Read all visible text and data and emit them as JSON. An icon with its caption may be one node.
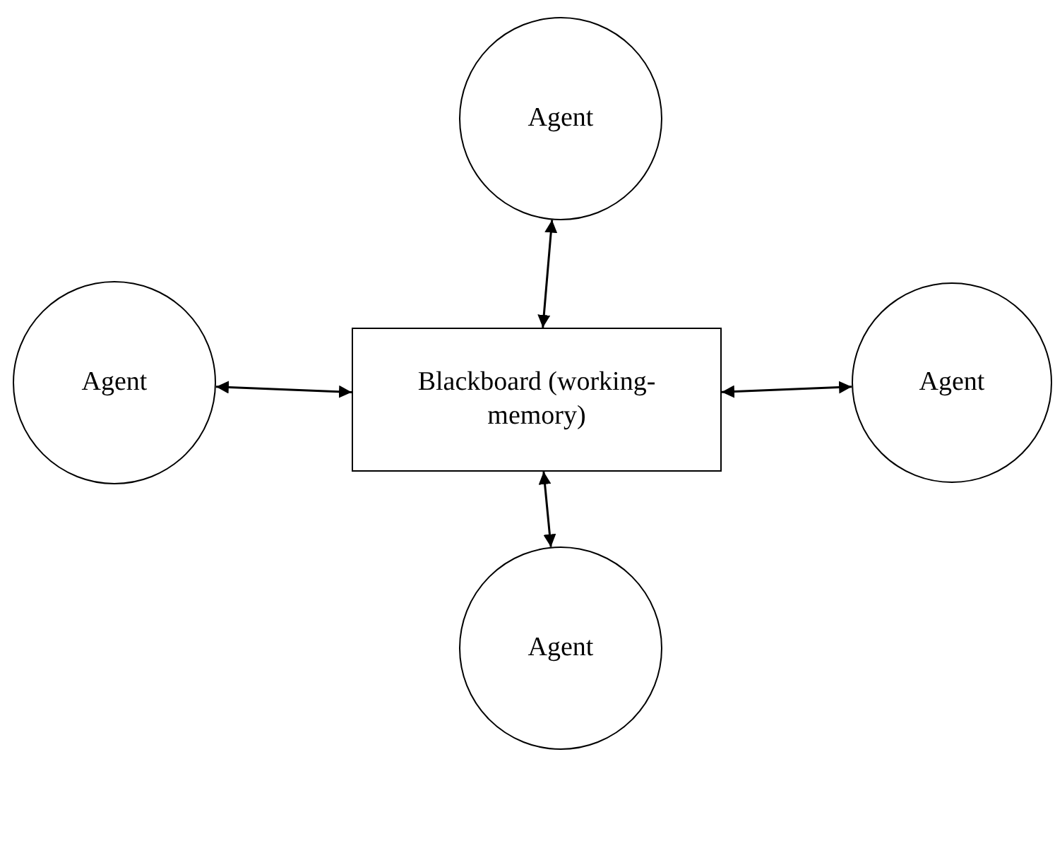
{
  "diagram": {
    "nodes": [
      {
        "text": [
          "Agent"
        ]
      },
      {
        "text": [
          "Agent"
        ]
      },
      {
        "text": [
          "Blackboard (working-memory)"
        ]
      },
      {
        "text": [
          "Agent"
        ]
      },
      {
        "text": [
          "Agent"
        ]
      }
    ],
    "edges": [
      {
        "from": 2,
        "to": 0,
        "arrow": "both"
      },
      {
        "from": 2,
        "to": 1,
        "arrow": "both"
      },
      {
        "from": 2,
        "to": 3,
        "arrow": "both"
      },
      {
        "from": 2,
        "to": 4,
        "arrow": "both"
      }
    ]
  }
}
